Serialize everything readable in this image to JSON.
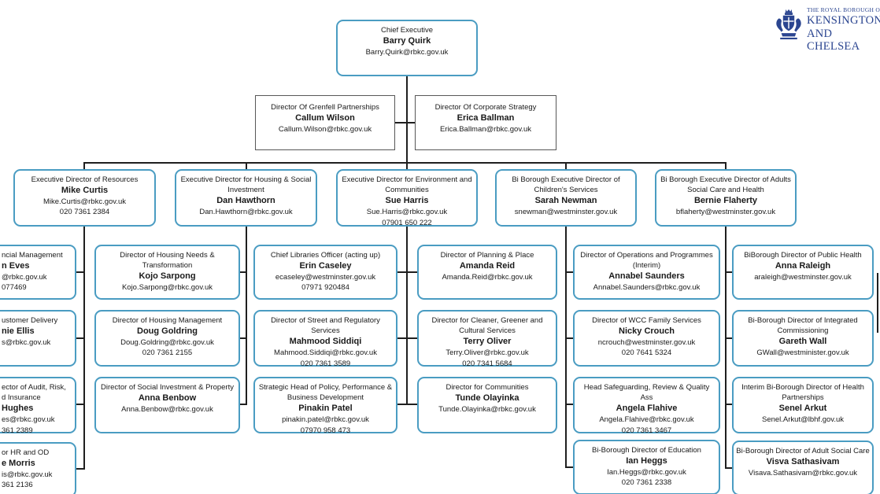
{
  "colors": {
    "rounded_border": "#4a9cc2",
    "square_border": "#575757",
    "connector": "#1f1f1f",
    "logo_blue": "#2b4590"
  },
  "logo": {
    "line1": "THE ROYAL BOROUGH OF",
    "line2": "KENSINGTON",
    "line3": "AND CHELSEA",
    "crest": "rbkc-crest"
  },
  "org": {
    "ceo": {
      "title": "Chief Executive",
      "name": "Barry Quirk",
      "email": "Barry.Quirk@rbkc.gov.uk"
    },
    "directors": [
      {
        "title": "Director Of Grenfell Partnerships",
        "name": "Callum Wilson",
        "email": "Callum.Wilson@rbkc.gov.uk"
      },
      {
        "title": "Director Of Corporate Strategy",
        "name": "Erica Ballman",
        "email": "Erica.Ballman@rbkc.gov.uk"
      }
    ],
    "executives": [
      {
        "title": "Executive Director of Resources",
        "name": "Mike Curtis",
        "email": "Mike.Curtis@rbkc.gov.uk",
        "phone": "020 7361 2384"
      },
      {
        "title": "Executive Director for Housing & Social Investment",
        "name": "Dan Hawthorn",
        "email": "Dan.Hawthorn@rbkc.gov.uk"
      },
      {
        "title": "Executive Director for Environment and Communities",
        "name": "Sue Harris",
        "email": "Sue.Harris@rbkc.gov.uk",
        "phone": "07901 650 222"
      },
      {
        "title": "Bi Borough Executive Director of Children's Services",
        "name": "Sarah Newman",
        "email": "snewman@westminster.gov.uk"
      },
      {
        "title": "Bi Borough Executive Director of Adults Social Care and Health",
        "name": "Bernie Flaherty",
        "email": "bflaherty@westminster.gov.uk"
      }
    ],
    "resources_children": [
      {
        "lines": [
          "ncial Management",
          "n Eves",
          "@rbkc.gov.uk",
          "077469"
        ]
      },
      {
        "lines": [
          "ustomer Delivery",
          "nie Ellis",
          "s@rbkc.gov.uk"
        ]
      },
      {
        "lines": [
          "ector of Audit, Risk,",
          "d Insurance",
          "Hughes",
          "es@rbkc.gov.uk",
          "361 2389"
        ]
      },
      {
        "lines": [
          "or HR and OD",
          "e Morris",
          "is@rbkc.gov.uk",
          "361 2136"
        ]
      }
    ],
    "housing_children": [
      {
        "title": "Director of Housing Needs & Transformation",
        "name": "Kojo Sarpong",
        "email": "Kojo.Sarpong@rbkc.gov.uk"
      },
      {
        "title": "Director of Housing Management",
        "name": "Doug Goldring",
        "email": "Doug.Goldring@rbkc.gov.uk",
        "phone": "020 7361 2155"
      },
      {
        "title": "Director of Social Investment & Property",
        "name": "Anna Benbow",
        "email": "Anna.Benbow@rbkc.gov.uk"
      }
    ],
    "environment_children_left": [
      {
        "title": "Chief Libraries Officer (acting up)",
        "name": "Erin Caseley",
        "email": "ecaseley@westminster.gov.uk",
        "phone": "07971 920484"
      },
      {
        "title": "Director of Street and Regulatory Services",
        "name": "Mahmood Siddiqi",
        "email": "Mahmood.Siddiqi@rbkc.gov.uk",
        "phone": "020 7361 3589"
      },
      {
        "title": "Strategic Head of Policy, Performance & Business Development",
        "name": "Pinakin Patel",
        "email": "pinakin.patel@rbkc.gov.uk",
        "phone": "07970 958 473"
      }
    ],
    "environment_children_right": [
      {
        "title": "Director of Planning & Place",
        "name": "Amanda Reid",
        "email": "Amanda.Reid@rbkc.gov.uk"
      },
      {
        "title": "Director for Cleaner, Greener and Cultural Services",
        "name": "Terry Oliver",
        "email": "Terry.Oliver@rbkc.gov.uk",
        "phone": "020 7341 5684"
      },
      {
        "title": "Director for Communities",
        "name": "Tunde Olayinka",
        "email": "Tunde.Olayinka@rbkc.gov.uk"
      }
    ],
    "childrens_children": [
      {
        "title": "Director of Operations and Programmes (Interim)",
        "name": "Annabel Saunders",
        "email": "Annabel.Saunders@rbkc.gov.uk"
      },
      {
        "title": "Director of WCC Family Services",
        "name": "Nicky Crouch",
        "email": "ncrouch@westminster.gov.uk",
        "phone": "020 7641 5324"
      },
      {
        "title": "Head Safeguarding, Review & Quality Ass",
        "name": "Angela Flahive",
        "email": "Angela.Flahive@rbkc.gov.uk",
        "phone": "020 7361 3467"
      },
      {
        "title": "Bi-Borough Director of Education",
        "name": "Ian Heggs",
        "email": "Ian.Heggs@rbkc.gov.uk",
        "phone": "020 7361 2338"
      }
    ],
    "adults_children": [
      {
        "title": "BiBorough Director of Public Health",
        "name": "Anna Raleigh",
        "email": "araleigh@westminster.gov.uk"
      },
      {
        "title": "Bi-Borough Director of Integrated Commissioning",
        "name": "Gareth Wall",
        "email": "GWall@westminister.gov.uk"
      },
      {
        "title": "Interim Bi-Borough Director of Health Partnerships",
        "name": "Senel Arkut",
        "email": "Senel.Arkut@lbhf.gov.uk"
      },
      {
        "title": "Bi-Borough Director of Adult Social Care",
        "name": "Visva Sathasivam",
        "email": "Visava.Sathasivam@rbkc.gov.uk"
      }
    ]
  }
}
